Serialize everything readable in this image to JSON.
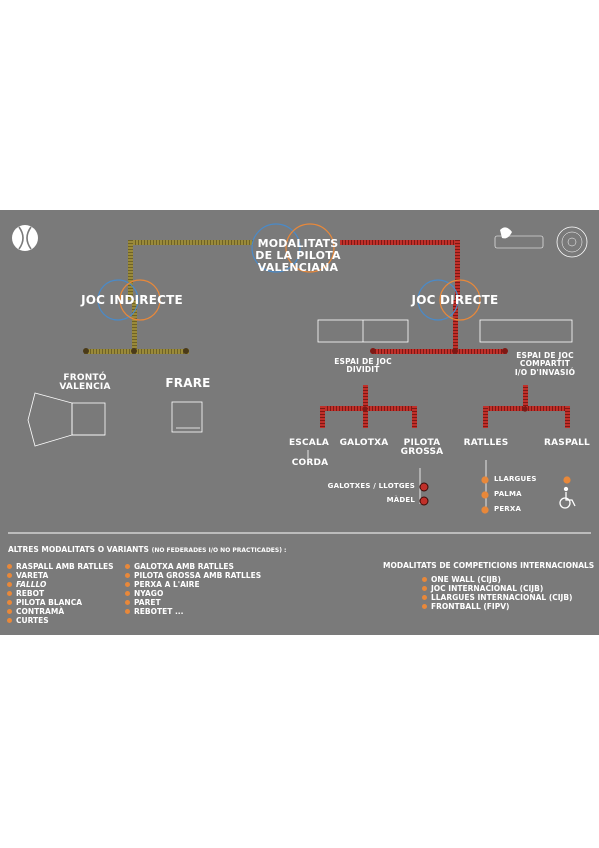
{
  "title": [
    "MODALITATS",
    "DE LA PILOTA",
    "VALENCIANA"
  ],
  "branches": {
    "indirect": "JOC INDIRECTE",
    "direct": "JOC DIRECTE"
  },
  "indirect_nodes": {
    "fronto": [
      "FRONTÓ",
      "VALENCIA"
    ],
    "frare": "FRARE"
  },
  "direct_sub": {
    "divided": [
      "ESPAI DE JOC",
      "DIVIDIT"
    ],
    "shared": [
      "ESPAI DE JOC",
      "COMPARTIT",
      "I/O D'INVASIÓ"
    ]
  },
  "divided_nodes": {
    "escala": "ESCALA",
    "corda": "CORDA",
    "galotxa": "GALOTXA",
    "pilota_grossa": [
      "PILOTA",
      "GROSSA"
    ],
    "galotxes": "GALOTXES / LLOTGES",
    "madel": "MÀDEL"
  },
  "shared_nodes": {
    "ratlles": "RATLLES",
    "raspall": "RASPALL",
    "sub": [
      "LLARGUES",
      "PALMA",
      "PERXA"
    ]
  },
  "others": {
    "heading": "ALTRES MODALITATS O VARIANTS",
    "note": "(NO FEDERADES I/O NO PRACTICADES) :",
    "col1": [
      "RASPALL AMB RATLLES",
      "VARETA",
      "FALLLO",
      "REBOT",
      "PILOTA BLANCA",
      "CONTRAMÀ",
      "CURTES"
    ],
    "col2": [
      "GALOTXA AMB RATLLES",
      "PILOTA GROSSA AMB RATLLES",
      "PERXA A L'AIRE",
      "NYAGO",
      "PARET",
      "REBOTET ..."
    ]
  },
  "international": {
    "heading": "MODALITATS DE COMPETICIONS INTERNACIONALS",
    "items": [
      "ONE WALL (CIJB)",
      "JOC INTERNACIONAL (CIJB)",
      "LLARGUES INTERNACIONAL (CIJB)",
      "FRONTBALL (FIPV)"
    ]
  },
  "logos": {
    "left": "Pilota Valenciana",
    "right": "FEDERACIÓ DE PILOTA VALENCIANA"
  },
  "colors": {
    "background": "#7a7a7a",
    "olive_track": "#9a8a3a",
    "red_track": "#c0302a",
    "orange": "#e8883a",
    "blue": "#4a8ac8",
    "dot_dark": "#4a3a18"
  },
  "icons": [
    "ball-icon",
    "wheelchair-icon"
  ]
}
